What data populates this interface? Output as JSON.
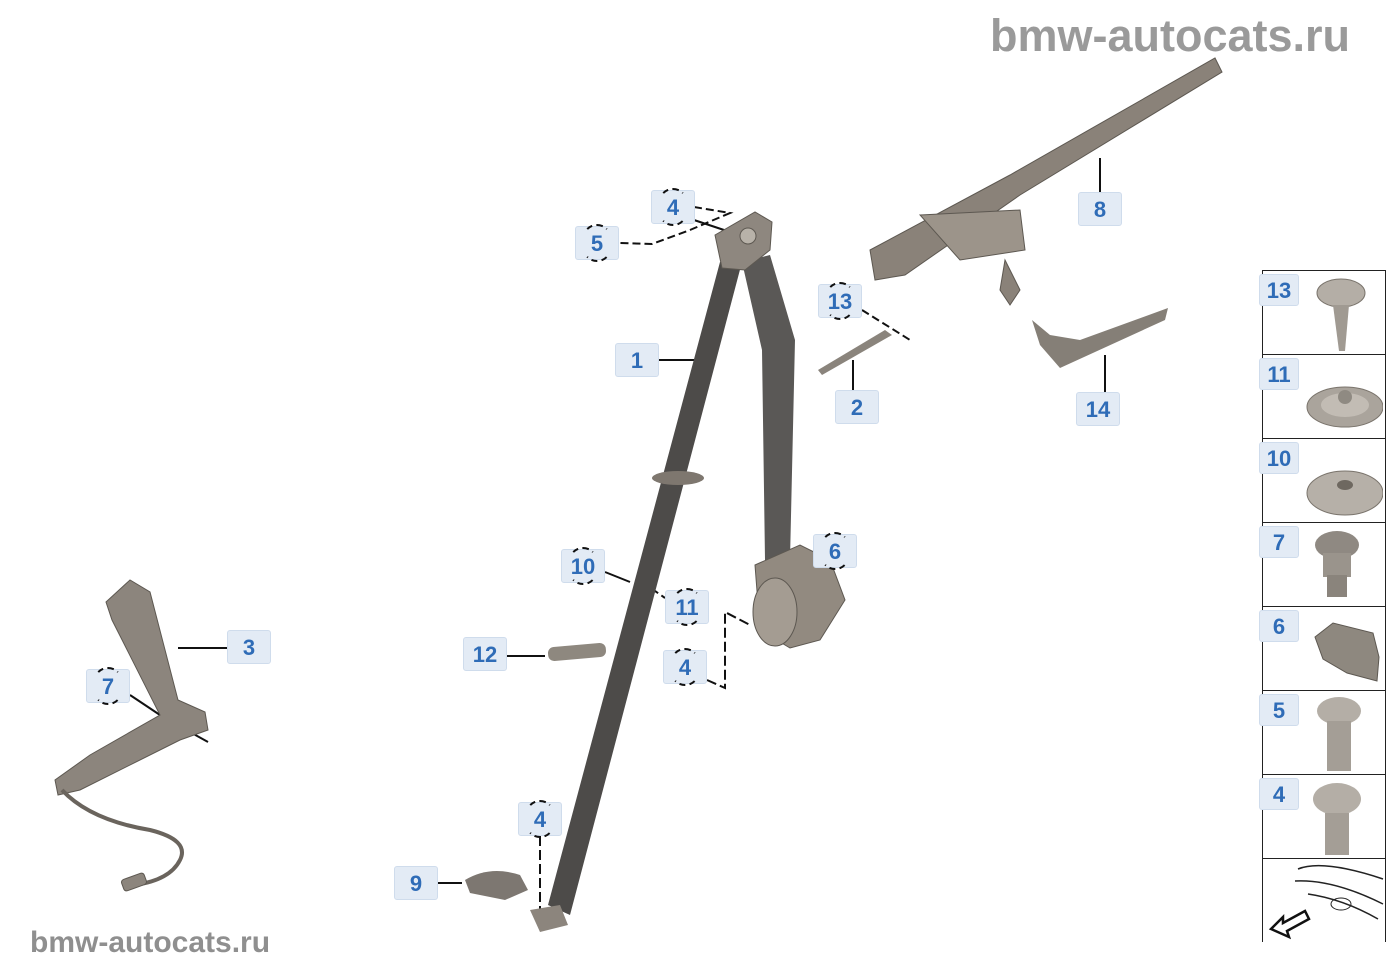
{
  "watermark": "bmw-autocats.ru",
  "callouts": [
    "4",
    "5",
    "1",
    "13",
    "2",
    "8",
    "14",
    "6",
    "10",
    "11",
    "12",
    "4",
    "3",
    "7",
    "4",
    "9"
  ],
  "legend_panel": {
    "items": [
      "13",
      "11",
      "10",
      "7",
      "6",
      "5",
      "4"
    ],
    "icon": "car-front-arrow-icon"
  },
  "colors": {
    "label_text": "#2f6cb7",
    "label_bg": "#e3ebf5",
    "part": "#8a847c",
    "belt": "#4a4a4a"
  }
}
